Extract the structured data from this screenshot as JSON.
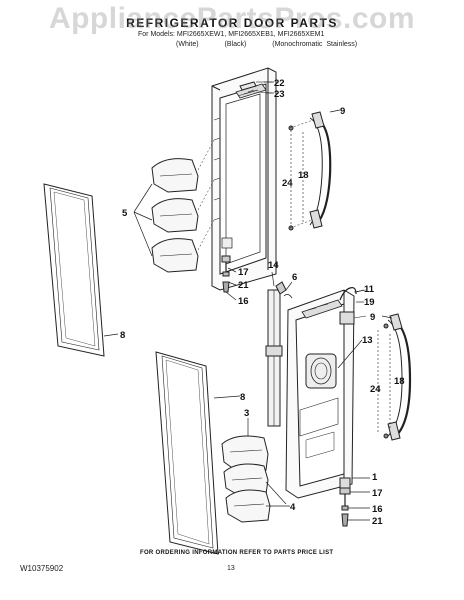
{
  "watermark": "AppliancePartsPros.com",
  "title": "REFRIGERATOR DOOR PARTS",
  "models": "For Models: MFI2665XEW1, MFI2665XEB1, MFI2665XEM1",
  "variants": [
    "(White)",
    "(Black)",
    "(Monochromatic Stainless)"
  ],
  "callouts": {
    "c22": "22",
    "c23": "23",
    "c9a": "9",
    "c24a": "24",
    "c18a": "18",
    "c5": "5",
    "c17a": "17",
    "c21a": "21",
    "c16a": "16",
    "c14": "14",
    "c6": "6",
    "c11": "11",
    "c19": "19",
    "c9b": "9",
    "c13": "13",
    "c8a": "8",
    "c24b": "24",
    "c18b": "18",
    "c8b": "8",
    "c3": "3",
    "c1": "1",
    "c17b": "17",
    "c4": "4",
    "c16b": "16",
    "c21b": "21"
  },
  "footer_note": "FOR ORDERING INFORMATION REFER TO PARTS PRICE LIST",
  "doc_number": "W10375902",
  "page_number": "13"
}
